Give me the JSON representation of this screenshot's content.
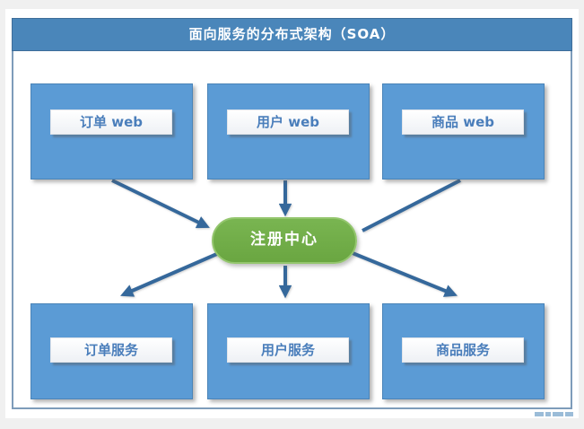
{
  "diagram": {
    "title": "面向服务的分布式架构（SOA）",
    "top_row": [
      {
        "id": "order-web",
        "label": "订单 web"
      },
      {
        "id": "user-web",
        "label": "用户 web"
      },
      {
        "id": "product-web",
        "label": "商品 web"
      }
    ],
    "center": {
      "id": "registry",
      "label": "注册中心"
    },
    "bottom_row": [
      {
        "id": "order-service",
        "label": "订单服务"
      },
      {
        "id": "user-service",
        "label": "用户服务"
      },
      {
        "id": "product-service",
        "label": "商品服务"
      }
    ],
    "edges": [
      {
        "from": "order-web",
        "to": "registry",
        "arrowhead": true
      },
      {
        "from": "user-web",
        "to": "registry",
        "arrowhead": true
      },
      {
        "from": "product-web",
        "to": "registry",
        "arrowhead": false
      },
      {
        "from": "registry",
        "to": "order-service",
        "arrowhead": true
      },
      {
        "from": "registry",
        "to": "user-service",
        "arrowhead": true
      },
      {
        "from": "registry",
        "to": "product-service",
        "arrowhead": true
      }
    ],
    "colors": {
      "title_bar": "#4a86ba",
      "box_fill": "#5b9bd5",
      "box_border": "#4a84b8",
      "registry_fill": "#70ad47",
      "registry_border": "#94c66e",
      "arrow": "#35689b",
      "chip_text": "#4a7ebb",
      "frame_border": "#7e9cba"
    }
  }
}
